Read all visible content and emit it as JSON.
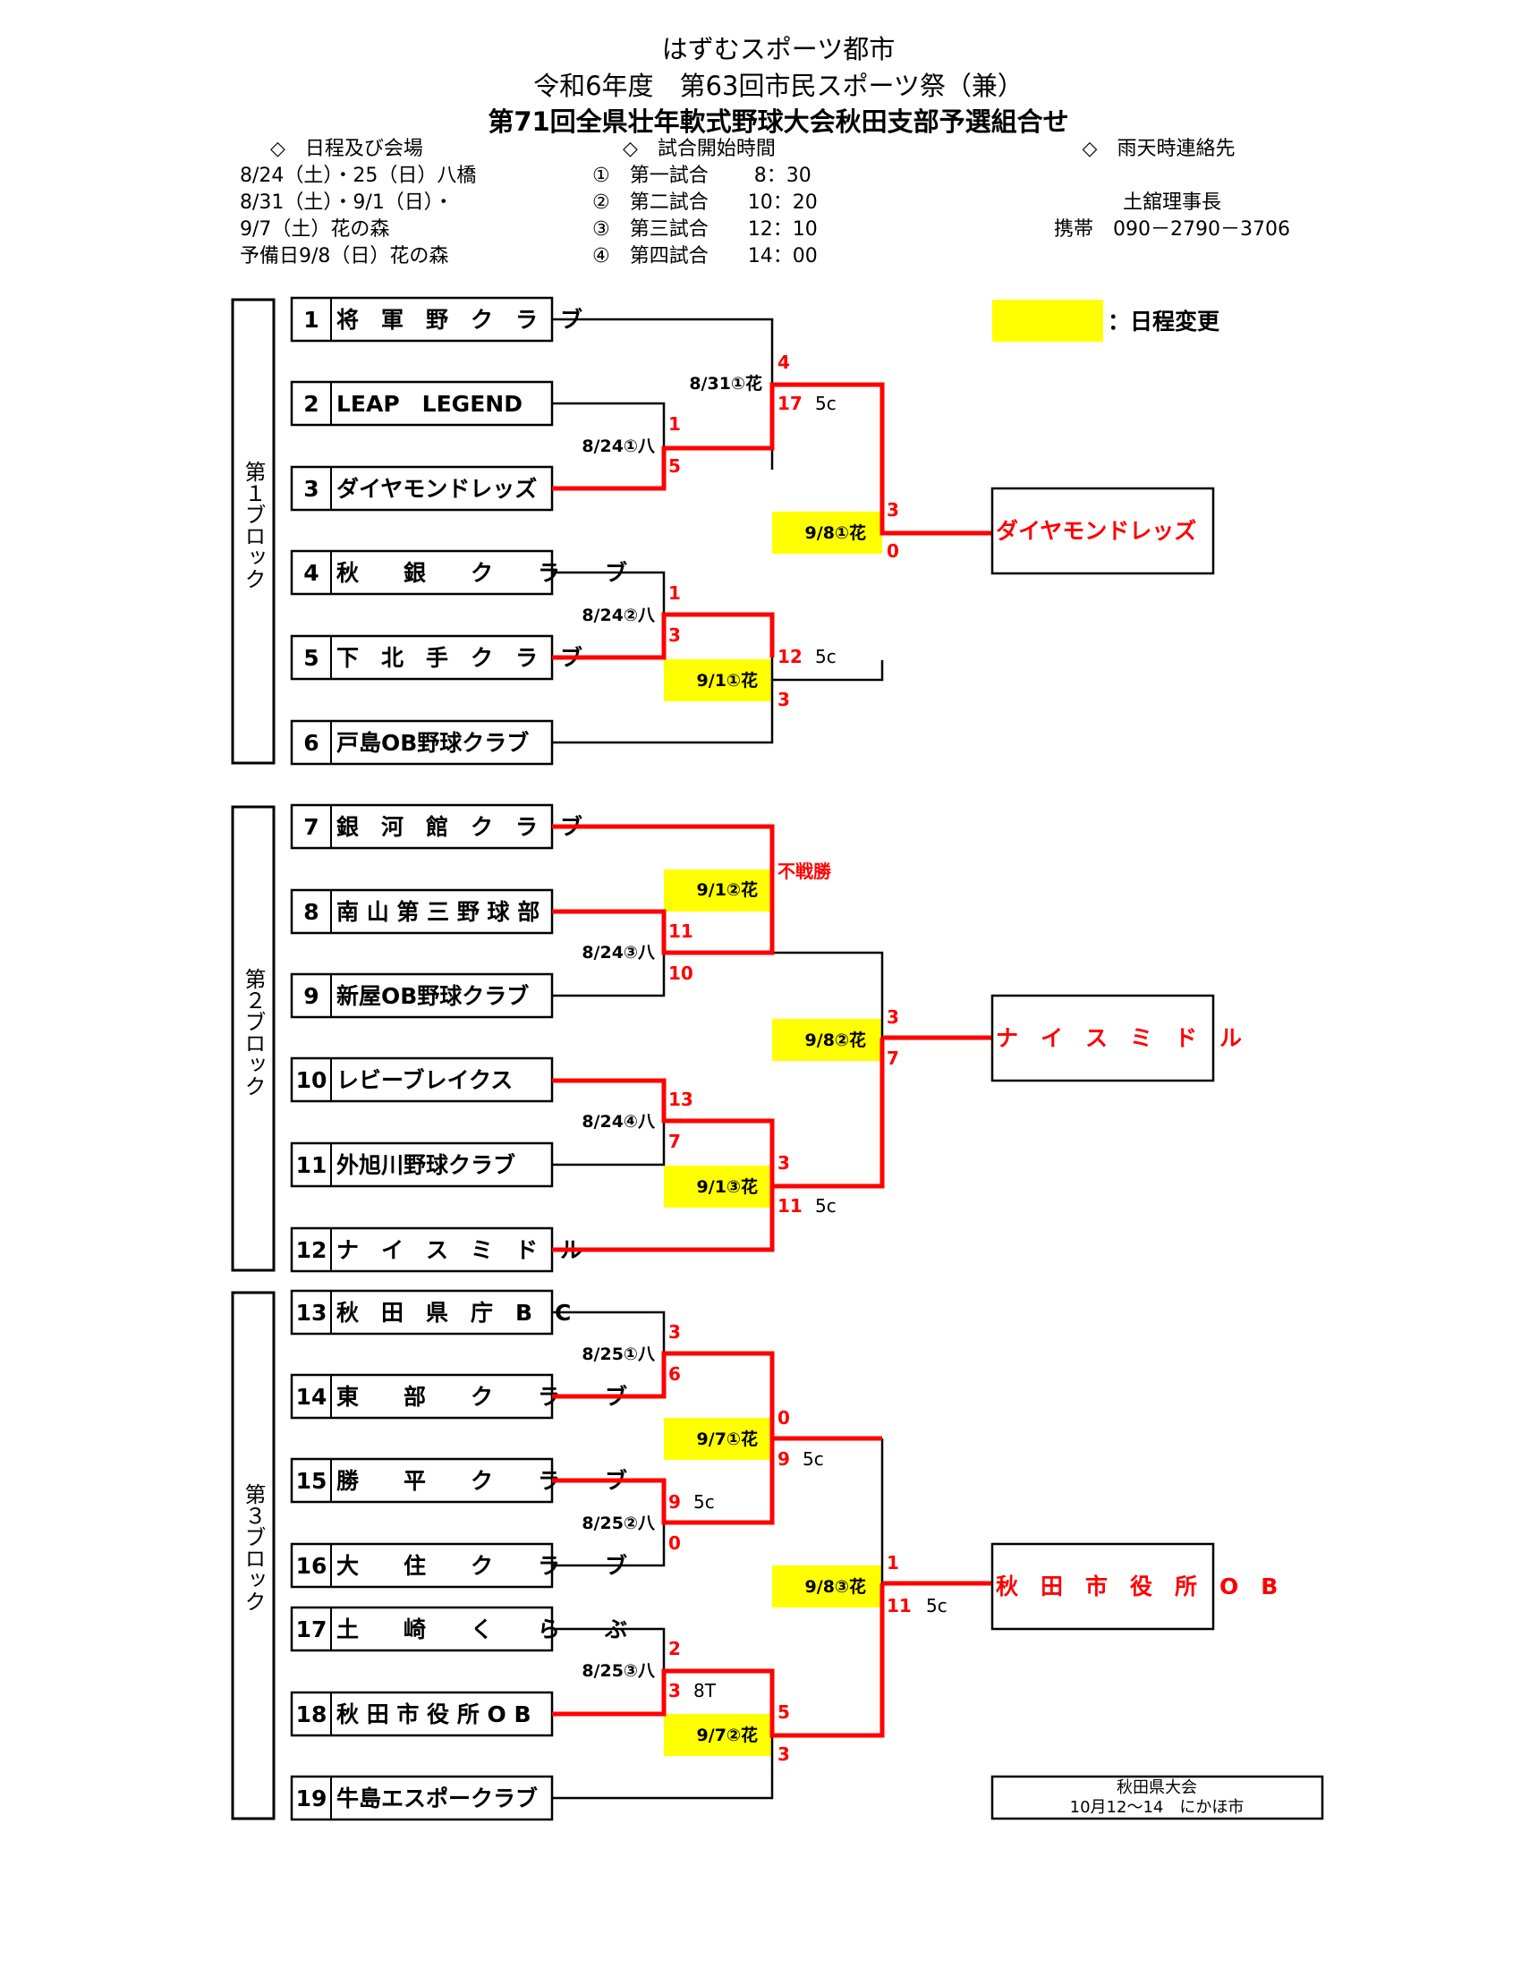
{
  "header": {
    "line1": "はずむスポーツ都市",
    "line2": "令和6年度　第63回市民スポーツ祭（兼）",
    "line3": "第71回全県壮年軟式野球大会秋田支部予選組合せ"
  },
  "schedule": {
    "heading": "◇　日程及び会場",
    "lines": [
      "8/24（土）・25（日）八橋",
      "8/31（土）・9/1（日）・",
      "9/7（土）花の森",
      "予備日9/8（日）花の森"
    ]
  },
  "start_times": {
    "heading": "◇　試合開始時間",
    "lines": [
      "①　第一試合　　 8：30",
      "②　第二試合　　10：20",
      "③　第三試合　　12：10",
      "④　第四試合　　14：00"
    ]
  },
  "contact": {
    "heading": "◇　雨天時連絡先",
    "name": "土舘理事長",
    "phone": "携帯　090－2790－3706"
  },
  "legend": {
    "label": "：日程変更",
    "color": "#ffff00"
  },
  "blocks": [
    "第１ブロック",
    "第２ブロック",
    "第３ブロック"
  ],
  "teams": [
    {
      "no": "1",
      "name": "将　軍　野　ク　ラ　ブ"
    },
    {
      "no": "2",
      "name": "LEAP　LEGEND"
    },
    {
      "no": "3",
      "name": "ダイヤモンドレッズ"
    },
    {
      "no": "4",
      "name": "秋　　銀　　ク　　ラ　　ブ"
    },
    {
      "no": "5",
      "name": "下　北　手　ク　ラ　ブ"
    },
    {
      "no": "6",
      "name": "戸島OB野球クラブ"
    },
    {
      "no": "7",
      "name": "銀　河　館　ク　ラ　ブ"
    },
    {
      "no": "8",
      "name": "南 山 第 三 野 球 部"
    },
    {
      "no": "9",
      "name": "新屋OB野球クラブ"
    },
    {
      "no": "10",
      "name": "レビーブレイクス"
    },
    {
      "no": "11",
      "name": "外旭川野球クラブ"
    },
    {
      "no": "12",
      "name": "ナ　イ　ス　ミ　ド　ル"
    },
    {
      "no": "13",
      "name": "秋　田　県　庁　B　C"
    },
    {
      "no": "14",
      "name": "東　　部　　ク　　ラ　　ブ"
    },
    {
      "no": "15",
      "name": "勝　　平　　ク　　ラ　　ブ"
    },
    {
      "no": "16",
      "name": "大　　住　　ク　　ラ　　ブ"
    },
    {
      "no": "17",
      "name": "土　　崎　　く　　ら　　ぶ"
    },
    {
      "no": "18",
      "name": "秋 田 市 役 所 O B"
    },
    {
      "no": "19",
      "name": "牛島エスポークラブ"
    }
  ],
  "winners": [
    "ダイヤモンドレッズ",
    "ナ　イ　ス　ミ　ド　ル",
    "秋　田　市　役　所　O　B"
  ],
  "game_labels": {
    "g1": "8/31①花",
    "g2": "8/24①八",
    "g3": "9/8①花",
    "g4": "8/24②八",
    "g5": "9/1①花",
    "g6": "9/1②花",
    "g7": "8/24③八",
    "g8": "9/8②花",
    "g9": "8/24④八",
    "g10": "9/1③花",
    "g11": "8/25①八",
    "g12": "9/7①花",
    "g13": "8/25②八",
    "g14": "9/8③花",
    "g15": "8/25③八",
    "g16": "9/7②花"
  },
  "scores": {
    "s1": "4",
    "s2": "17",
    "s3": "1",
    "s4": "5",
    "s5": "3",
    "s6": "0",
    "s7": "1",
    "s8": "3",
    "s9": "12",
    "s10": "3",
    "s11": "不戦勝",
    "s12": "11",
    "s13": "10",
    "s14": "3",
    "s15": "7",
    "s16": "13",
    "s17": "7",
    "s18": "3",
    "s19": "11",
    "s20": "3",
    "s21": "6",
    "s22": "0",
    "s23": "9",
    "s24": "9",
    "s25": "0",
    "s26": "1",
    "s27": "11",
    "s28": "2",
    "s29": "3",
    "s30": "5",
    "s31": "3"
  },
  "notes": {
    "n1": "5c",
    "n2": "5c",
    "n3": "5c",
    "n4": "5c",
    "n5": "5c",
    "n6": "5c",
    "n7": "8T"
  },
  "final_box": {
    "line1": "秋田県大会",
    "line2": "10月12～14　にかほ市"
  }
}
